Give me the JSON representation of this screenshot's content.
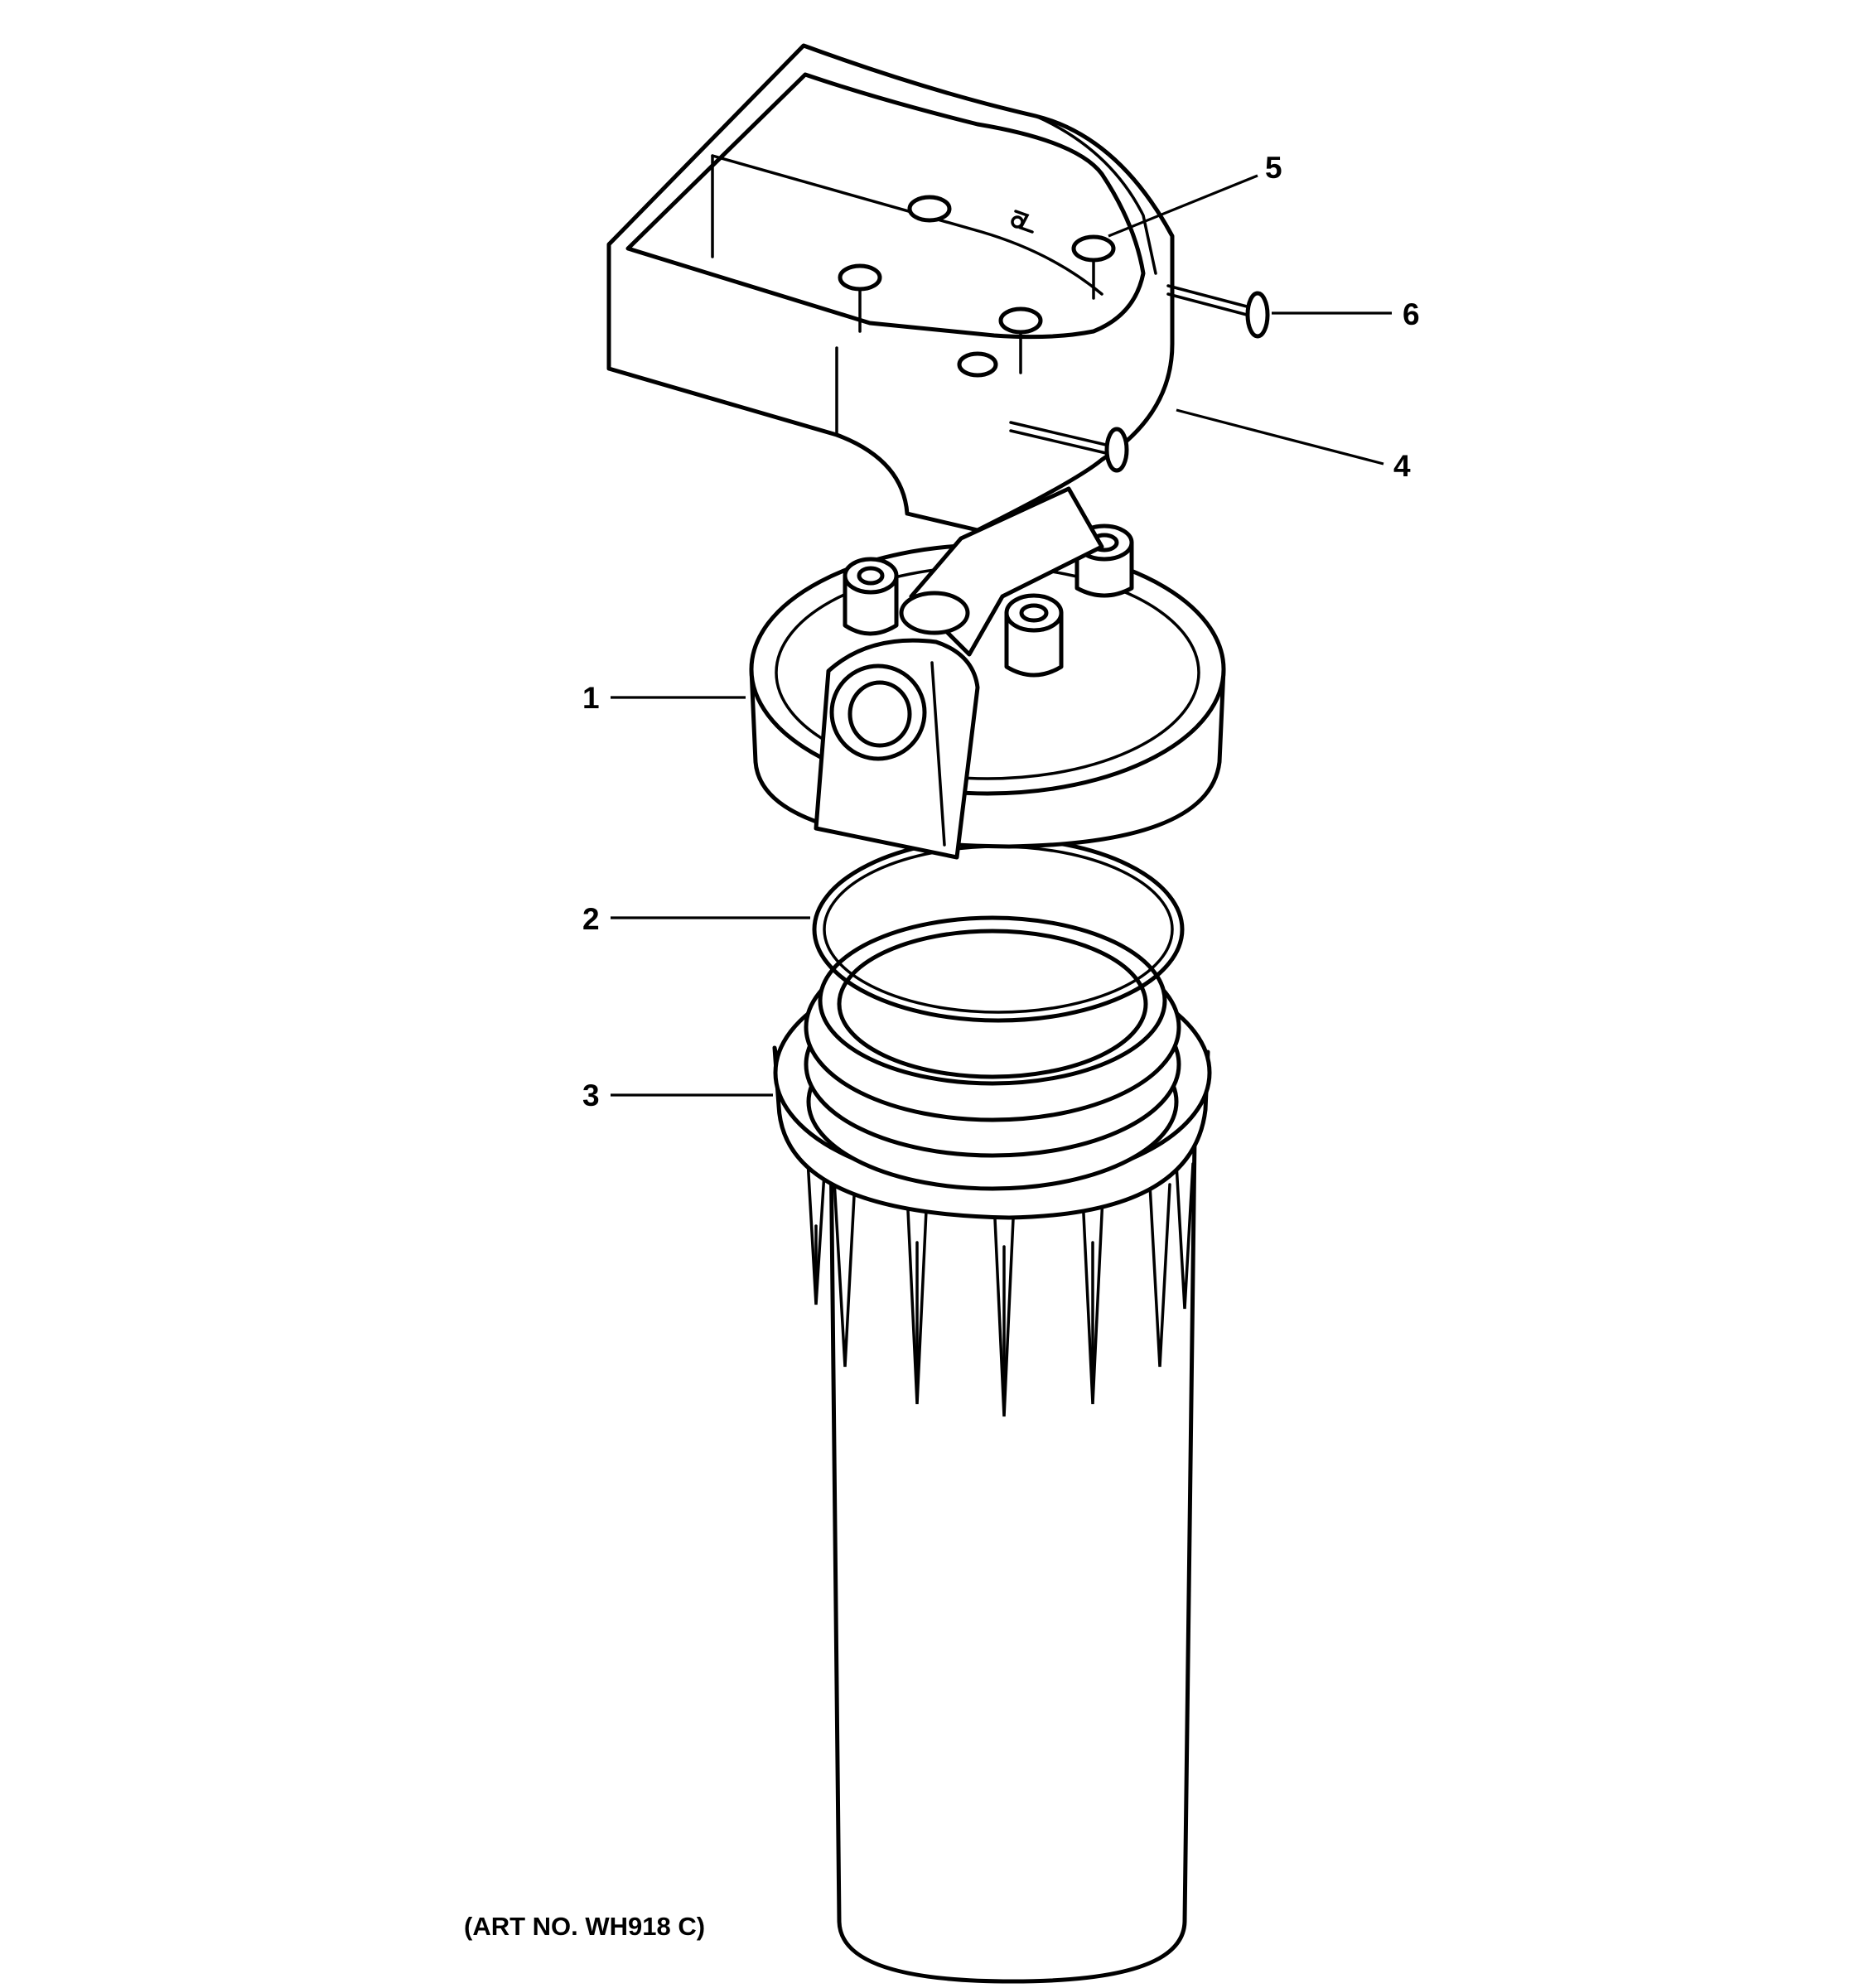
{
  "parts": [
    {
      "number": "1",
      "component": "filter-head"
    },
    {
      "number": "2",
      "component": "o-ring"
    },
    {
      "number": "3",
      "component": "filter-housing"
    },
    {
      "number": "4",
      "component": "mounting-bracket"
    },
    {
      "number": "5",
      "component": "bracket-screw"
    },
    {
      "number": "6",
      "component": "mounting-screw"
    }
  ],
  "art_number": "(ART NO. WH918 C)"
}
